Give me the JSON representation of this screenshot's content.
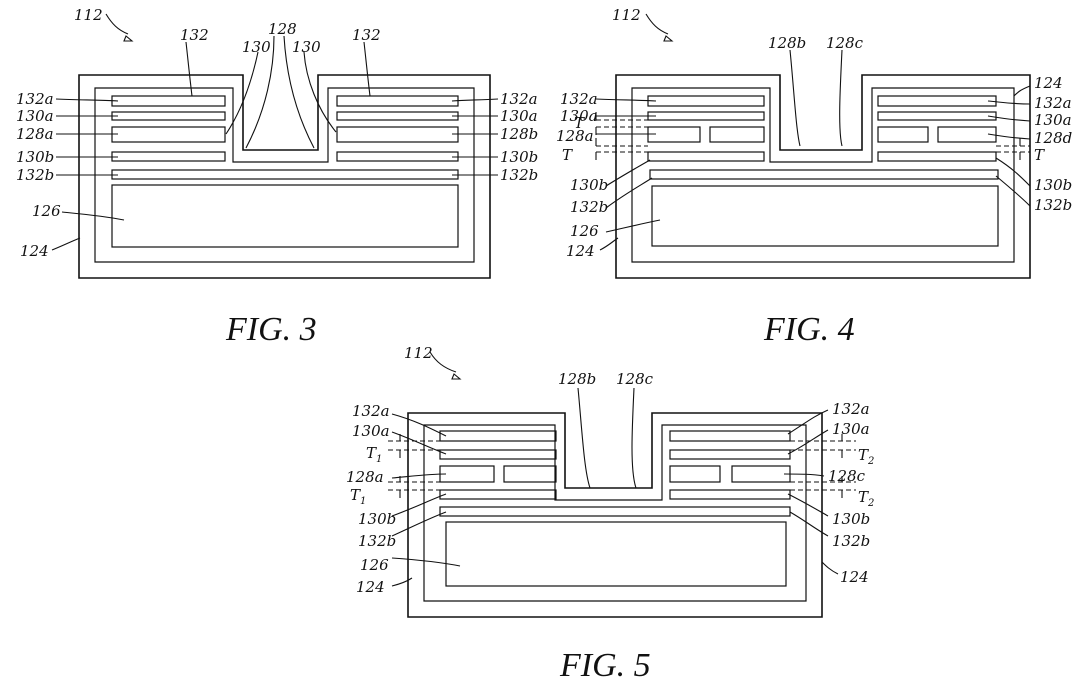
{
  "figures": [
    {
      "caption": "FIG. 3",
      "labels": {
        "assembly": "112",
        "left_top_ref": "132",
        "right_top_ref": "132",
        "center_top": "128",
        "center_left": "130",
        "center_right": "130",
        "l_132a": "132a",
        "l_130a": "130a",
        "l_128a": "128a",
        "l_130b": "130b",
        "l_132b": "132b",
        "l_126": "126",
        "l_124": "124",
        "r_132a": "132a",
        "r_130a": "130a",
        "r_128b": "128b",
        "r_130b": "130b",
        "r_132b": "132b"
      }
    },
    {
      "caption": "FIG. 4",
      "labels": {
        "assembly": "112",
        "top_128b": "128b",
        "top_128c": "128c",
        "l_132a": "132a",
        "l_130a": "130a",
        "l_T1": "T",
        "l_128a": "128a",
        "l_T2": "T",
        "l_130b": "130b",
        "l_132b": "132b",
        "l_126": "126",
        "l_124": "124",
        "r_124": "124",
        "r_132a": "132a",
        "r_130a": "130a",
        "r_128d": "128d",
        "r_T": "T",
        "r_130b": "130b",
        "r_132b": "132b"
      }
    },
    {
      "caption": "FIG. 5",
      "labels": {
        "assembly": "112",
        "top_128b": "128b",
        "top_128c": "128c",
        "l_132a": "132a",
        "l_130a": "130a",
        "l_T1a": "T",
        "l_T1a_sub": "1",
        "l_128a": "128a",
        "l_T1b": "T",
        "l_T1b_sub": "1",
        "l_130b": "130b",
        "l_132b": "132b",
        "l_126": "126",
        "l_124": "124",
        "r_132a": "132a",
        "r_130a": "130a",
        "r_T2a": "T",
        "r_T2a_sub": "2",
        "r_128c": "128c",
        "r_T2b": "T",
        "r_T2b_sub": "2",
        "r_130b": "130b",
        "r_132b": "132b",
        "r_124": "124"
      }
    }
  ],
  "colors": {
    "ink": "#111111",
    "paper": "#ffffff"
  }
}
